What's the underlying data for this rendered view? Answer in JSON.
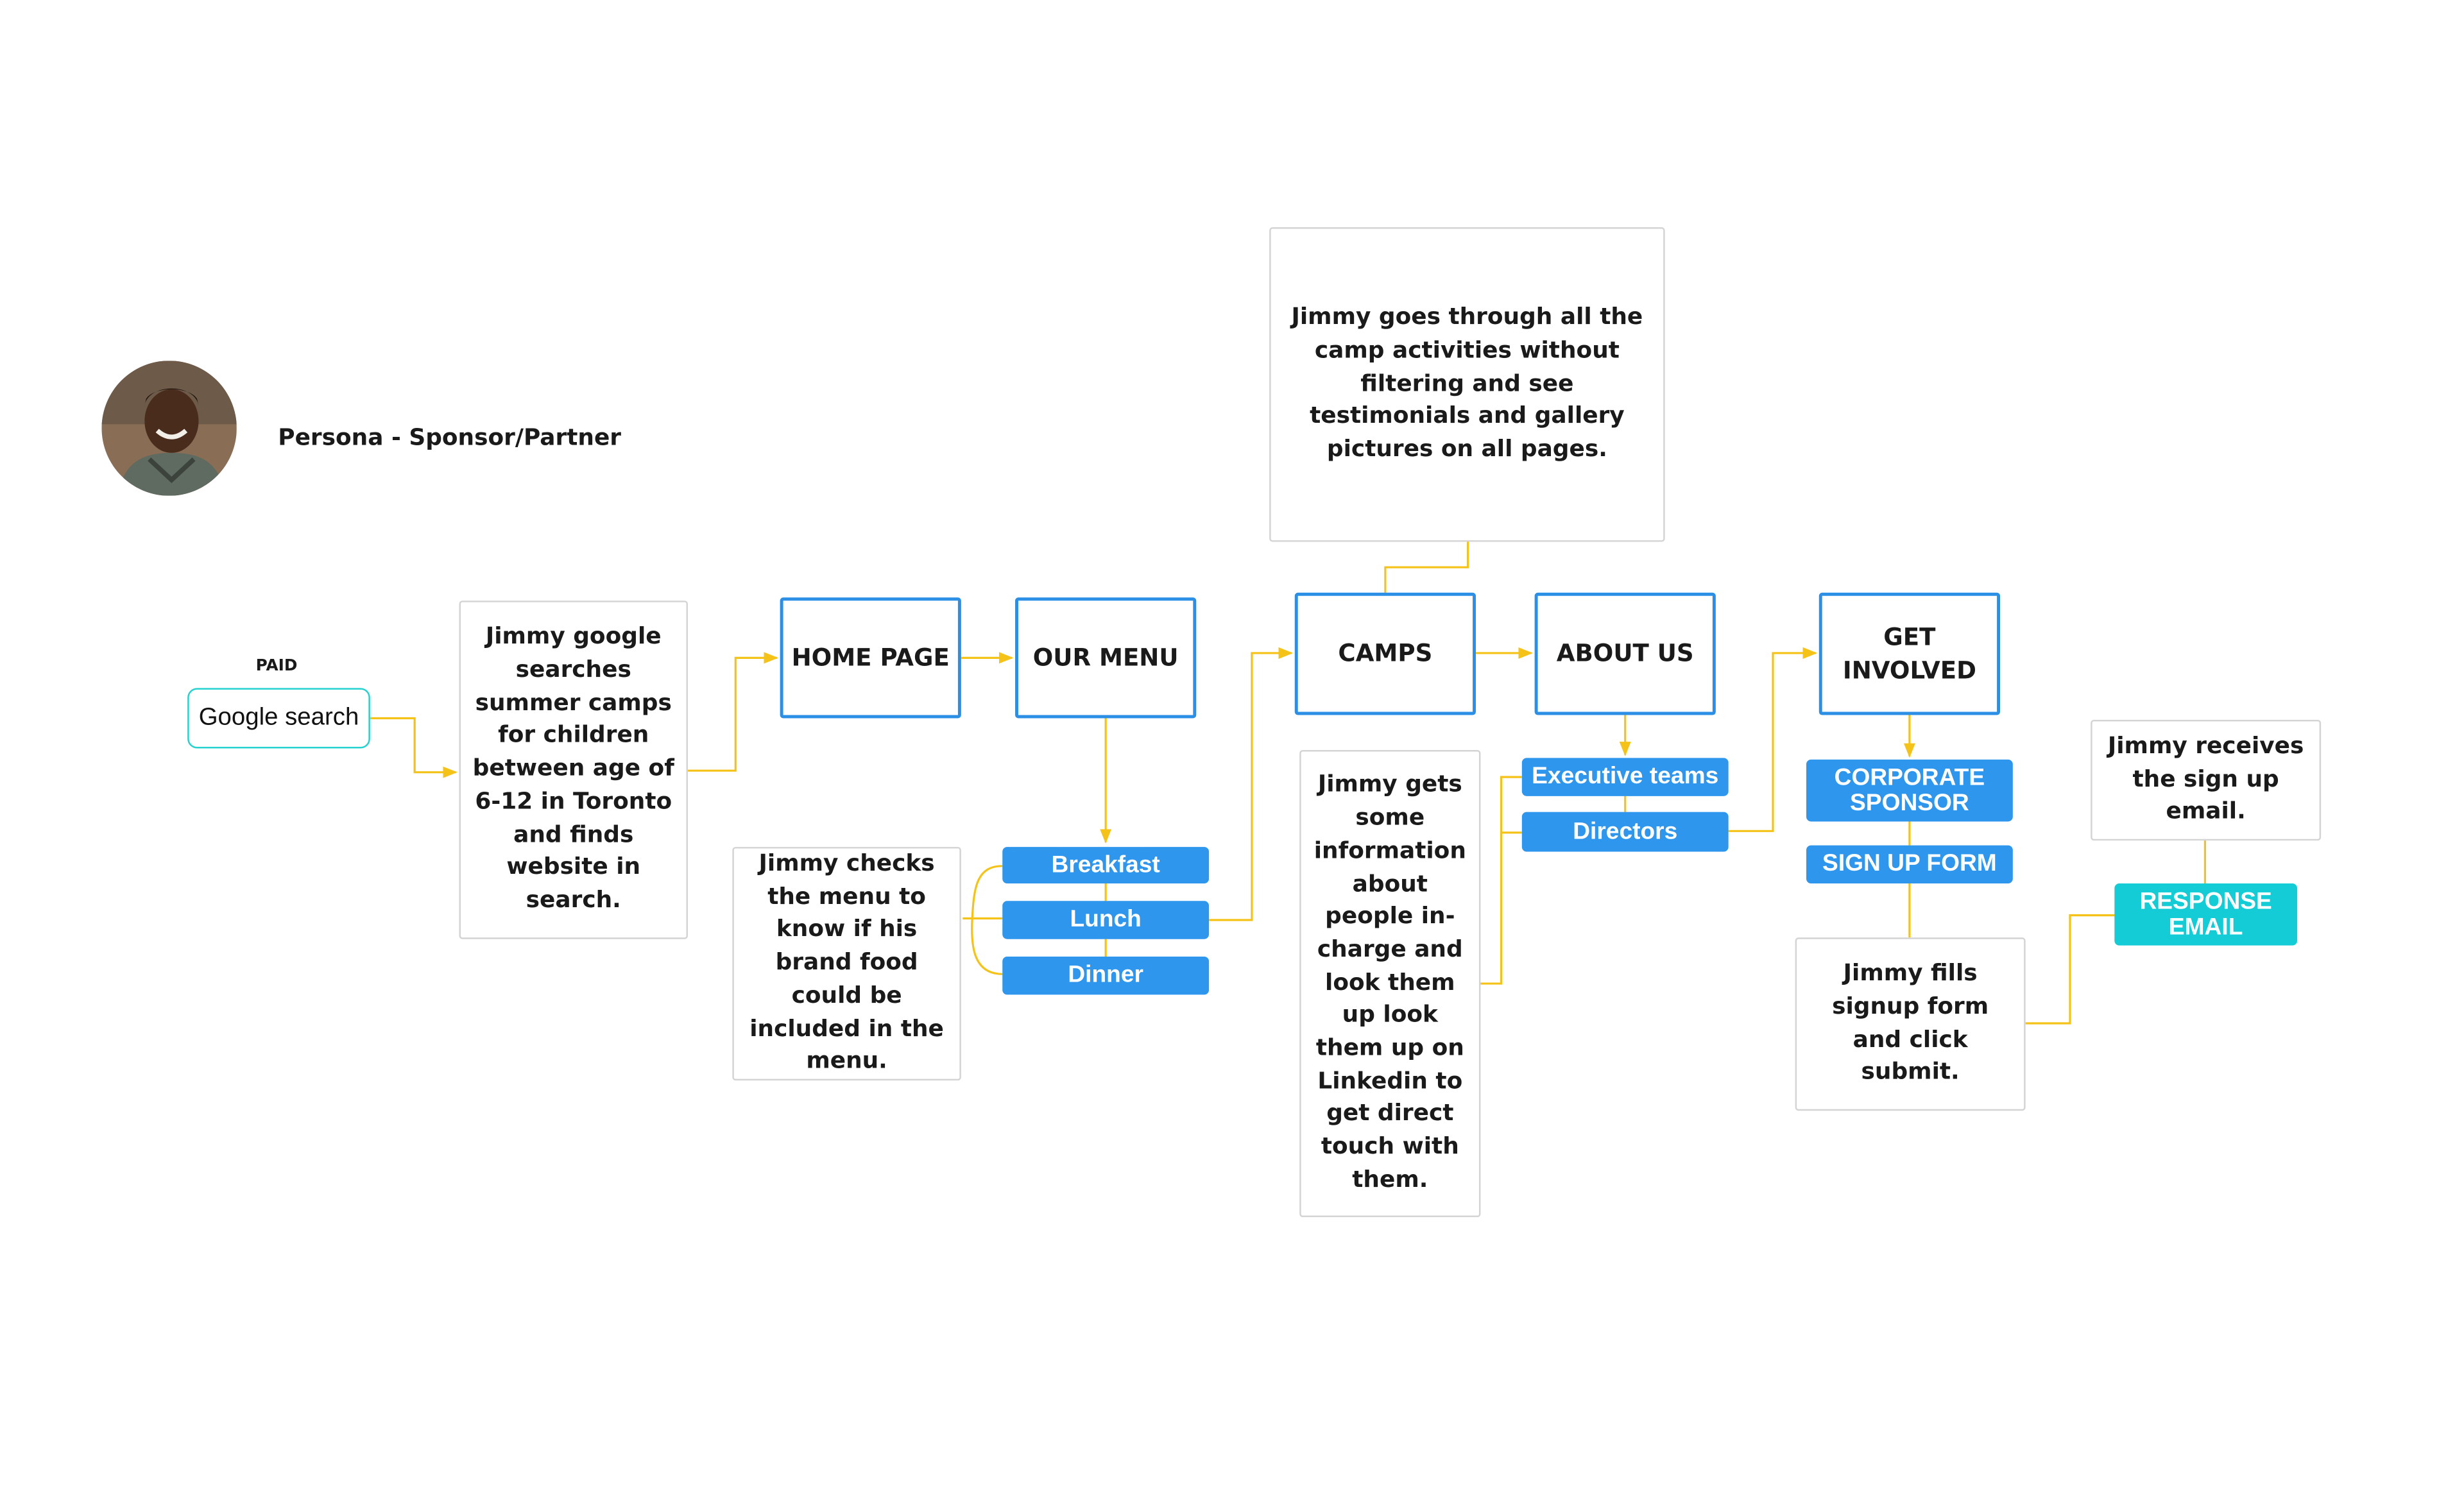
{
  "persona": {
    "label": "Persona - Sponsor/Partner"
  },
  "entry": {
    "tag": "PAID",
    "label": "Google search"
  },
  "notes": {
    "google": "Jimmy google searches summer camps for children between age of 6-12 in Toronto and finds website in search.",
    "menu": "Jimmy checks the menu to know if his brand food could be included in the menu.",
    "camps": "Jimmy goes through all the camp activities without filtering and see testimonials and gallery pictures on all pages.",
    "about": "Jimmy gets some information about people in-charge and look them up look them up on Linkedin to get direct touch with them.",
    "signup": "Jimmy fills signup form and click submit.",
    "receives": "Jimmy receives the sign up email."
  },
  "pages": {
    "home": "HOME PAGE",
    "menu": "OUR MENU",
    "camps": "CAMPS",
    "about": "ABOUT US",
    "get_involved": "GET INVOLVED"
  },
  "menu_items": {
    "breakfast": "Breakfast",
    "lunch": "Lunch",
    "dinner": "Dinner"
  },
  "about_items": {
    "executive": "Executive teams",
    "directors": "Directors"
  },
  "involved_items": {
    "corporate": "CORPORATE SPONSOR",
    "signup": "SIGN UP FORM"
  },
  "response": "RESPONSE EMAIL",
  "colors": {
    "connector": "#f5c218",
    "page_border": "#2c8fe6",
    "pill": "#2f96ed",
    "teal": "#14ccd6",
    "search_border": "#25d2cf"
  }
}
